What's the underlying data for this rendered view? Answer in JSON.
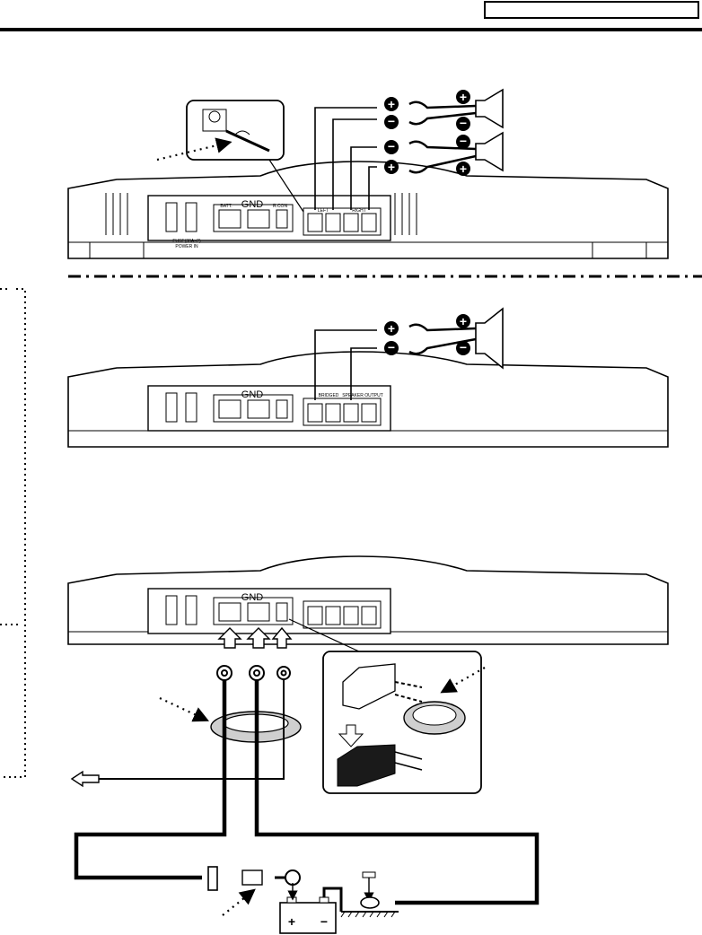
{
  "header": {
    "section_label": ""
  },
  "amplifier_labels": {
    "gnd": "GND",
    "batt": "BATT.",
    "rem": "R.CON",
    "fuse": "FUSE(30A×2)",
    "power_in": "POWER IN",
    "bridged": "BRIDGED",
    "speaker_output": "SPEAKER OUTPUT",
    "left": "LEFT",
    "right": "RIGHT"
  },
  "polarity": {
    "plus": "+",
    "minus": "−"
  },
  "colors": {
    "line": "#000000",
    "fill": "#ffffff",
    "shade": "#cfcfcf",
    "dark": "#1a1a1a"
  }
}
